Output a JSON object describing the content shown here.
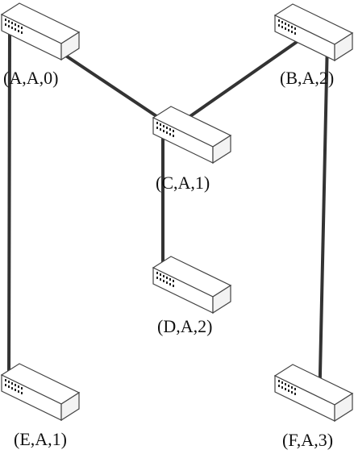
{
  "diagram": {
    "colors": {
      "link": "#333333",
      "device_fill": "#ffffff",
      "device_stroke": "#444444",
      "label": "#111111"
    },
    "nodes": [
      {
        "id": "A",
        "label": "(A,A,0)",
        "icon": "network-switch-icon"
      },
      {
        "id": "B",
        "label": "(B,A,2)",
        "icon": "network-switch-icon"
      },
      {
        "id": "C",
        "label": "(C,A,1)",
        "icon": "network-switch-icon"
      },
      {
        "id": "D",
        "label": "(D,A,2)",
        "icon": "network-switch-icon"
      },
      {
        "id": "E",
        "label": "(E,A,1)",
        "icon": "network-switch-icon"
      },
      {
        "id": "F",
        "label": "(F,A,3)",
        "icon": "network-switch-icon"
      }
    ],
    "links": [
      {
        "from": "A",
        "to": "C"
      },
      {
        "from": "B",
        "to": "C"
      },
      {
        "from": "C",
        "to": "D"
      },
      {
        "from": "A",
        "to": "E"
      },
      {
        "from": "B",
        "to": "F"
      }
    ]
  }
}
